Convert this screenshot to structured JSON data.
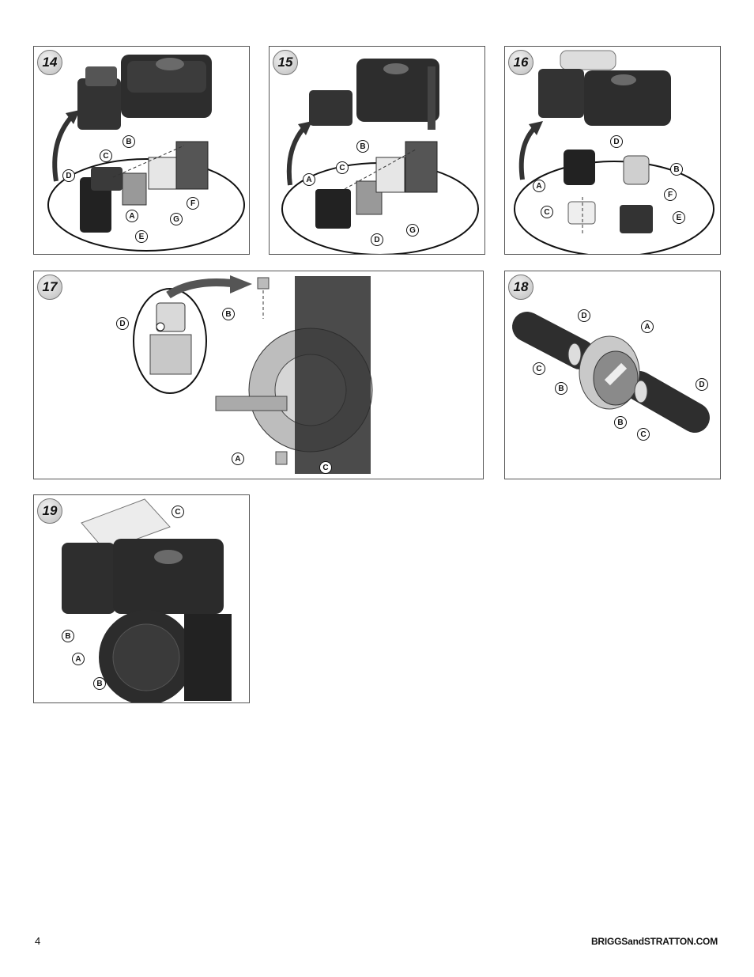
{
  "figures": [
    {
      "number": "14",
      "callouts": [
        "A",
        "B",
        "C",
        "D",
        "E",
        "F",
        "G"
      ]
    },
    {
      "number": "15",
      "callouts": [
        "A",
        "B",
        "C",
        "D",
        "G"
      ]
    },
    {
      "number": "16",
      "callouts": [
        "A",
        "B",
        "C",
        "D",
        "E",
        "F"
      ]
    },
    {
      "number": "17",
      "callouts": [
        "A",
        "B",
        "C",
        "D"
      ]
    },
    {
      "number": "18",
      "callouts": [
        "A",
        "B",
        "B",
        "C",
        "C",
        "D",
        "D"
      ]
    },
    {
      "number": "19",
      "callouts": [
        "A",
        "B",
        "B",
        "C"
      ]
    }
  ],
  "footer": {
    "page_number": "4",
    "website": "BRIGGSandSTRATTON.COM"
  }
}
